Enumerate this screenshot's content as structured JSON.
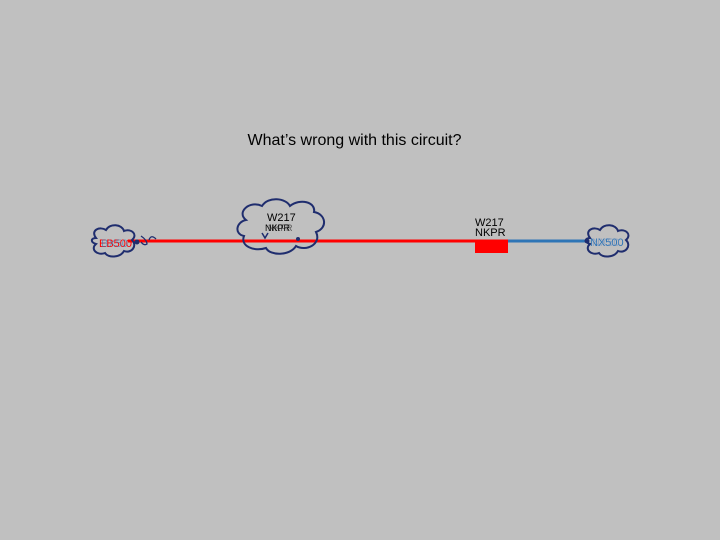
{
  "title": "What’s wrong with this circuit?",
  "colors": {
    "background": "#c0c0c0",
    "wire_red": "#ff0000",
    "wire_blue": "#2e75b6",
    "cloud_stroke": "#1f2d6e"
  },
  "left_terminal": {
    "label_red": "EB500",
    "label_overlap": "BX50"
  },
  "mid_connector": {
    "label": "W217",
    "sublabel_1": "NKPR",
    "sublabel_2": "NKFR"
  },
  "relay": {
    "label": "W217",
    "sublabel": "NKPR"
  },
  "right_terminal": {
    "label_blue": "NX500",
    "label_overlap": "NX50"
  }
}
